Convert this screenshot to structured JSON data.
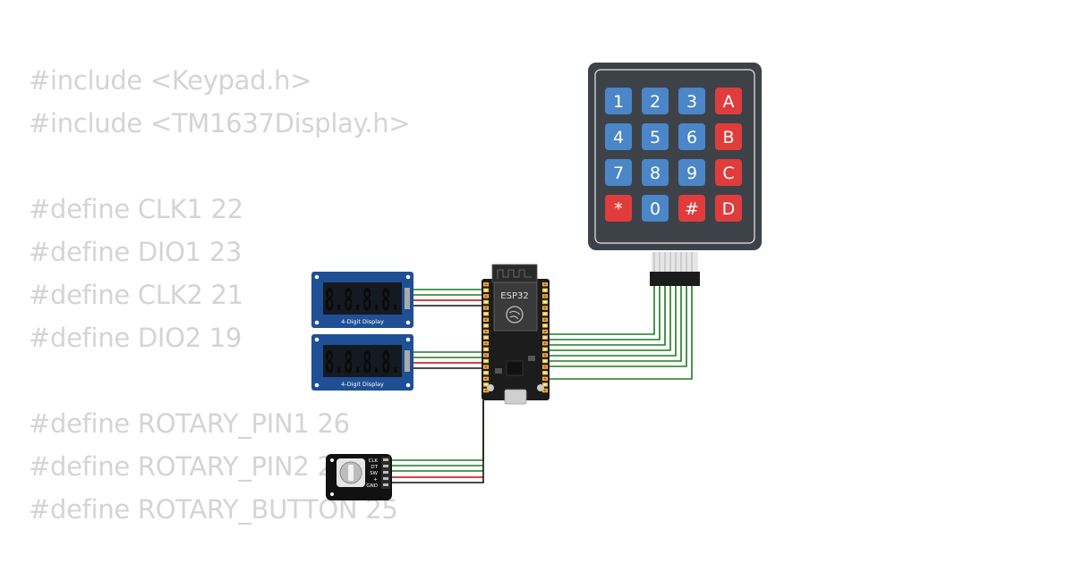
{
  "code_lines": [
    "#include <Keypad.h>",
    "#include <TM1637Display.h>",
    "",
    "#define CLK1 22",
    "#define DIO1 23",
    "#define CLK2 21",
    "#define DIO2 19",
    "",
    "#define ROTARY_PIN1 26",
    "#define ROTARY_PIN2 27",
    "#define ROTARY_BUTTON 25"
  ],
  "keypad": {
    "keys": [
      [
        "1",
        "2",
        "3",
        "A"
      ],
      [
        "4",
        "5",
        "6",
        "B"
      ],
      [
        "7",
        "8",
        "9",
        "C"
      ],
      [
        "*",
        "0",
        "#",
        "D"
      ]
    ]
  },
  "esp32": {
    "label": "ESP32"
  },
  "display1": {
    "digits": "8.8.8.8.",
    "label": "4-Digit Display"
  },
  "display2": {
    "digits": "8.8.8.8.",
    "label": "4-Digit Display"
  },
  "encoder": {
    "pins": [
      "CLK",
      "DT",
      "SW",
      "+",
      "GND"
    ]
  },
  "colors": {
    "wire_green": "#1f7a1f",
    "wire_red": "#cc0000",
    "wire_black": "#111111",
    "key_blue": "#4a86c8",
    "key_red": "#e03c3c",
    "keypad_body": "#3d4248",
    "display_pcb": "#1f4f94",
    "code_text": "#d4d4d4"
  }
}
